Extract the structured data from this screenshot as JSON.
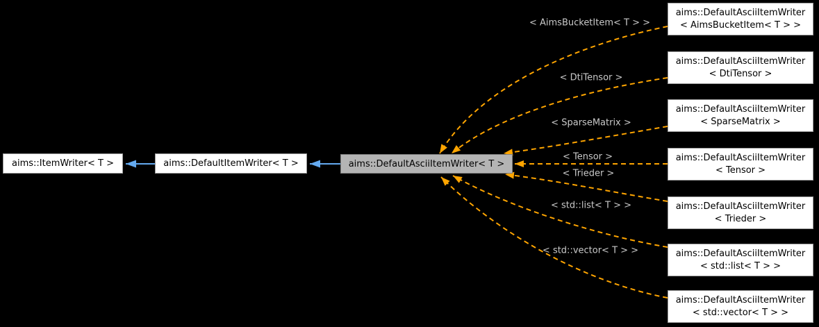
{
  "diagram": {
    "type": "class-template-instantiation-graph",
    "background_color": "#000000",
    "colors": {
      "inheritance_arrow": "#64aaf0",
      "template_relation_arrow": "#ffa500",
      "edge_label_text": "#c9c9c9",
      "node_fill": "#ffffff",
      "node_border": "#9c9c9c",
      "node_text": "#000000",
      "selected_node_fill": "#b4b4b4",
      "selected_node_border": "#7f7f7f"
    },
    "nodes": {
      "base": {
        "label": "aims::ItemWriter< T >"
      },
      "derived": {
        "label": "aims::DefaultItemWriter< T >"
      },
      "selected": {
        "label": "aims::DefaultAsciiItemWriter< T >"
      },
      "instantiations": [
        {
          "line1": "aims::DefaultAsciiItemWriter",
          "line2": "< AimsBucketItem< T > >"
        },
        {
          "line1": "aims::DefaultAsciiItemWriter",
          "line2": "< DtiTensor >"
        },
        {
          "line1": "aims::DefaultAsciiItemWriter",
          "line2": "< SparseMatrix >"
        },
        {
          "line1": "aims::DefaultAsciiItemWriter",
          "line2": "< Tensor >"
        },
        {
          "line1": "aims::DefaultAsciiItemWriter",
          "line2": "< Trieder >"
        },
        {
          "line1": "aims::DefaultAsciiItemWriter",
          "line2": "< std::list< T > >"
        },
        {
          "line1": "aims::DefaultAsciiItemWriter",
          "line2": "< std::vector< T > >"
        }
      ]
    },
    "edge_labels": [
      "< AimsBucketItem< T > >",
      "< DtiTensor >",
      "< SparseMatrix >",
      "< Tensor >",
      "< Trieder >",
      "< std::list< T > >",
      "< std::vector< T > >"
    ]
  }
}
